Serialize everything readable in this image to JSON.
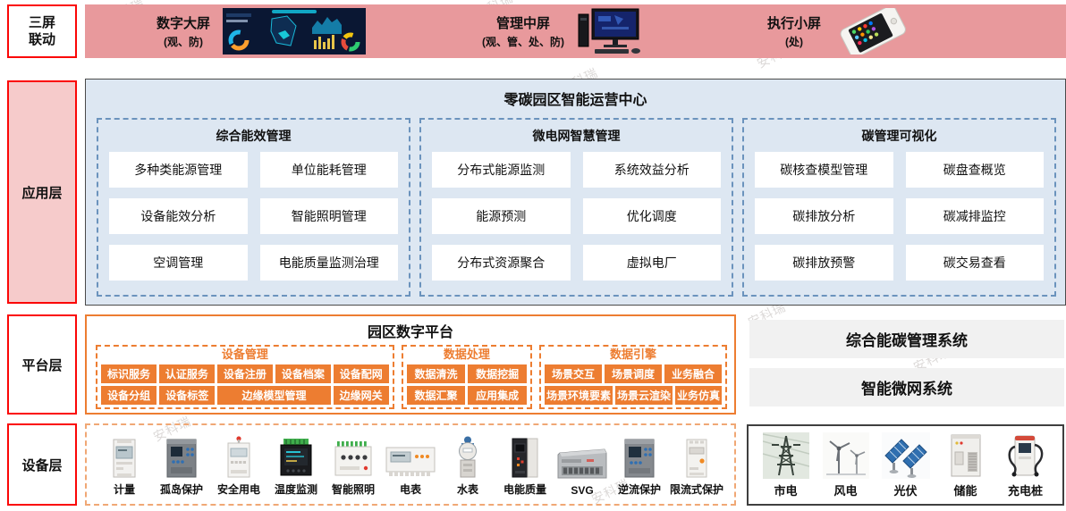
{
  "watermark": "安科瑞",
  "left_rail": {
    "screens": {
      "line1": "三屏",
      "line2": "联动"
    },
    "application": "应用层",
    "platform": "平台层",
    "device": "设备层"
  },
  "top_band": {
    "items": [
      {
        "title": "数字大屏",
        "subtitle": "(观、防)",
        "icon": "dashboard-screen-icon"
      },
      {
        "title": "管理中屏",
        "subtitle": "(观、管、处、防)",
        "icon": "desktop-computer-icon"
      },
      {
        "title": "执行小屏",
        "subtitle": "(处)",
        "icon": "smartphone-icon"
      }
    ]
  },
  "app_layer": {
    "title": "零碳园区智能运营中心",
    "groups": [
      {
        "title": "综合能效管理",
        "items": [
          "多种类能源管理",
          "单位能耗管理",
          "设备能效分析",
          "智能照明管理",
          "空调管理",
          "电能质量监测治理"
        ]
      },
      {
        "title": "微电网智慧管理",
        "items": [
          "分布式能源监测",
          "系统效益分析",
          "能源预测",
          "优化调度",
          "分布式资源聚合",
          "虚拟电厂"
        ]
      },
      {
        "title": "碳管理可视化",
        "items": [
          "碳核查模型管理",
          "碳盘查概览",
          "碳排放分析",
          "碳减排监控",
          "碳排放预警",
          "碳交易查看"
        ]
      }
    ]
  },
  "platform_layer": {
    "title": "园区数字平台",
    "groups": [
      {
        "title": "设备管理",
        "rows": [
          [
            "标识服务",
            "认证服务",
            "设备注册",
            "设备档案",
            "设备配网"
          ],
          [
            "设备分组",
            "设备标签",
            "边缘模型管理",
            "边缘网关"
          ]
        ]
      },
      {
        "title": "数据处理",
        "rows": [
          [
            "数据清洗",
            "数据挖掘"
          ],
          [
            "数据汇聚",
            "应用集成"
          ]
        ]
      },
      {
        "title": "数据引擎",
        "rows": [
          [
            "场景交互",
            "场景调度",
            "业务融合"
          ],
          [
            "场景环境要素",
            "场景云渲染",
            "业务仿真"
          ]
        ]
      }
    ],
    "systems": [
      "综合能碳管理系统",
      "智能微网系统"
    ]
  },
  "device_layer": {
    "devices": [
      {
        "label": "计量",
        "icon": "din-energy-meter-icon"
      },
      {
        "label": "孤岛保护",
        "icon": "protection-relay-icon"
      },
      {
        "label": "安全用电",
        "icon": "electrical-safety-module-icon"
      },
      {
        "label": "温度监测",
        "icon": "panel-meter-icon"
      },
      {
        "label": "智能照明",
        "icon": "lighting-controller-icon"
      },
      {
        "label": "电表",
        "icon": "electric-meter-icon"
      },
      {
        "label": "水表",
        "icon": "water-meter-icon"
      },
      {
        "label": "电能质量",
        "icon": "power-quality-device-icon"
      },
      {
        "label": "SVG",
        "icon": "svg-cabinet-icon"
      },
      {
        "label": "逆流保护",
        "icon": "reverse-flow-relay-icon"
      },
      {
        "label": "限流式保护",
        "icon": "current-limiting-module-icon"
      }
    ],
    "sources": [
      {
        "label": "市电",
        "icon": "power-grid-tower-icon"
      },
      {
        "label": "风电",
        "icon": "wind-turbine-icon"
      },
      {
        "label": "光伏",
        "icon": "solar-panel-icon"
      },
      {
        "label": "储能",
        "icon": "battery-storage-cabinet-icon"
      },
      {
        "label": "充电桩",
        "icon": "ev-charger-icon"
      }
    ]
  },
  "colors": {
    "band_pink": "#e8999c",
    "label_pink": "#f6cbcb",
    "accent_red": "#fb0606",
    "app_bg": "#dde7f2",
    "dashed_blue": "#6b93bd",
    "orange": "#ed7d31",
    "light_orange_dash": "#f0a875",
    "system_gray": "#f1f1f1",
    "dark_border": "#3f3f3f"
  }
}
